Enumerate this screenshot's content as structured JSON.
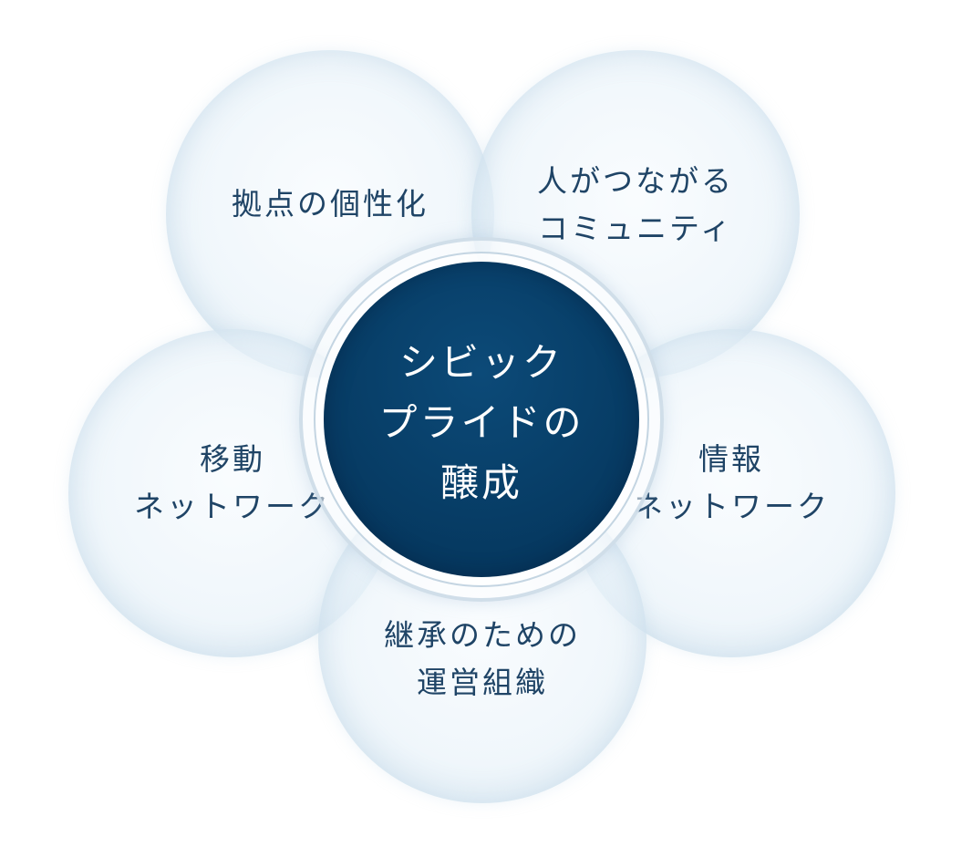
{
  "diagram": {
    "center": {
      "lines": [
        "シビック",
        "プライドの",
        "醸成"
      ],
      "color": "#063a63"
    },
    "nodes": {
      "top_left": {
        "lines": [
          "拠点の個性化"
        ]
      },
      "top_right": {
        "lines": [
          "人がつながる",
          "コミュニティ"
        ]
      },
      "mid_left": {
        "lines": [
          "移動",
          "ネットワーク"
        ]
      },
      "mid_right": {
        "lines": [
          "情報",
          "ネットワーク"
        ]
      },
      "bottom": {
        "lines": [
          "継承のための",
          "運営組織"
        ]
      }
    },
    "colors": {
      "node_text": "#1f4466",
      "center_text": "#ffffff",
      "bubble_fill": "#e8f2f9"
    }
  }
}
